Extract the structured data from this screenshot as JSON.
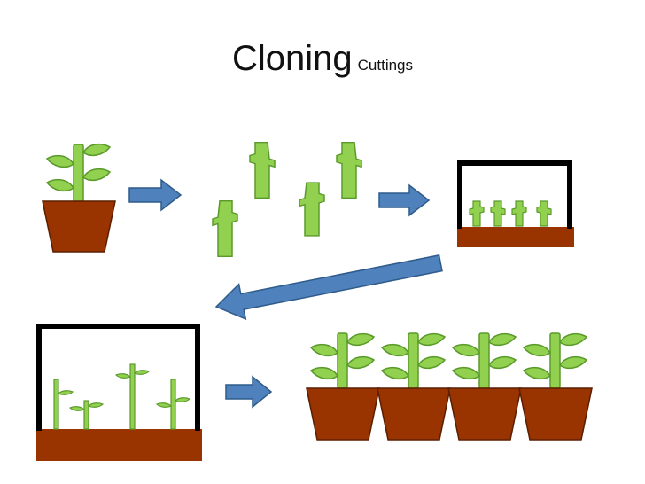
{
  "title": {
    "main": "Cloning",
    "subtitle": "Cuttings"
  },
  "colors": {
    "leaf": "#92d050",
    "leaf_stroke": "#5a9a2a",
    "pot": "#993300",
    "pot_stroke": "#5a1f00",
    "soil": "#993300",
    "frame": "#000000",
    "arrow": "#4f81bd",
    "arrow_stroke": "#2f5b8a"
  },
  "diagram": {
    "stages": [
      {
        "id": "parent-plant",
        "items": [
          "potted-plant"
        ]
      },
      {
        "id": "cuttings",
        "items": [
          "cutting",
          "cutting",
          "cutting",
          "cutting"
        ]
      },
      {
        "id": "propagator-fresh",
        "items": [
          "cutting",
          "cutting",
          "cutting",
          "cutting"
        ]
      },
      {
        "id": "propagator-rooted",
        "items": [
          "seedling",
          "seedling",
          "seedling",
          "seedling"
        ]
      },
      {
        "id": "new-plants",
        "items": [
          "potted-plant",
          "potted-plant",
          "potted-plant",
          "potted-plant"
        ]
      }
    ],
    "arrows": [
      "right",
      "right",
      "down-left",
      "right"
    ]
  }
}
